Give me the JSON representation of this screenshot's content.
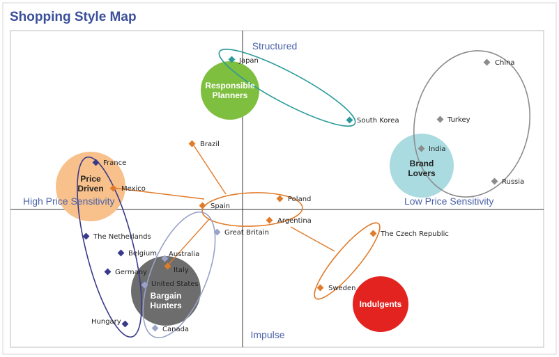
{
  "title": "Shopping Style Map",
  "axes": {
    "top": "Structured",
    "bottom": "Impulse",
    "left": "High Price Sensitivity",
    "right": "Low Price Sensitivity"
  },
  "colors": {
    "title": "#3b4f9a",
    "axis_label": "#4a62a8",
    "responsible": "#7fbf3f",
    "brand": "#a9dbe0",
    "price": "#f8c18c",
    "bargain": "#6d6d6d",
    "indulgents": "#e3231f",
    "teal": "#2a9a9a",
    "grey": "#8c8c8c",
    "orange": "#e07b2a",
    "navy": "#3a3a8a",
    "lavender": "#9aa3c8"
  },
  "segments": [
    {
      "id": "responsible",
      "line1": "Responsible",
      "line2": "Planners"
    },
    {
      "id": "brand",
      "line1": "Brand",
      "line2": "Lovers"
    },
    {
      "id": "price",
      "line1": "Price",
      "line2": "Driven"
    },
    {
      "id": "bargain",
      "line1": "Bargain",
      "line2": "Hunters"
    },
    {
      "id": "indulgents",
      "line1": "Indulgents",
      "line2": ""
    }
  ],
  "countries": [
    {
      "name": "Japan"
    },
    {
      "name": "South Korea"
    },
    {
      "name": "China"
    },
    {
      "name": "Turkey"
    },
    {
      "name": "India"
    },
    {
      "name": "Russia"
    },
    {
      "name": "Brazil"
    },
    {
      "name": "France"
    },
    {
      "name": "Mexico"
    },
    {
      "name": "Poland"
    },
    {
      "name": "Spain"
    },
    {
      "name": "Argentina"
    },
    {
      "name": "Great Britain"
    },
    {
      "name": "The Czech Republic"
    },
    {
      "name": "The Netherlands"
    },
    {
      "name": "Belgium"
    },
    {
      "name": "Australia"
    },
    {
      "name": "Germany"
    },
    {
      "name": "Italy"
    },
    {
      "name": "United States"
    },
    {
      "name": "Sweden"
    },
    {
      "name": "Hungary"
    },
    {
      "name": "Canada"
    }
  ]
}
